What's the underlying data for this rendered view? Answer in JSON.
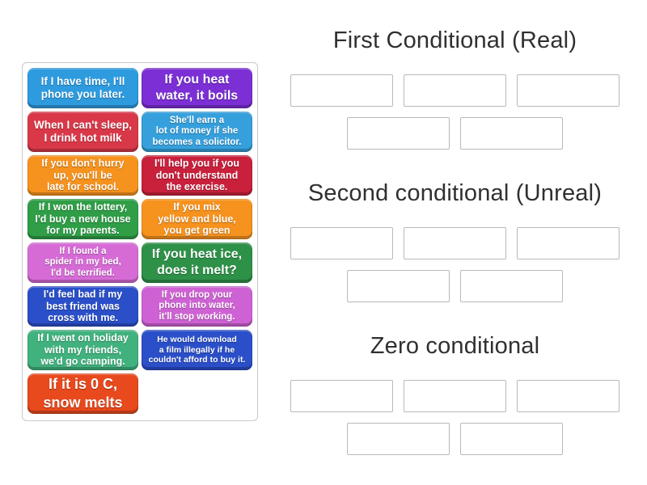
{
  "activity": {
    "type": "group-sort",
    "card_text_color": "#ffffff",
    "title_text_color": "#303030",
    "slot_border_color": "#b9b9b9",
    "panel_border_color": "#c9c9c9"
  },
  "left_panel": {
    "cards": [
      {
        "label": "If I have time, I'll\nphone you later.",
        "color": "#2E9BDF",
        "size": "lg"
      },
      {
        "label": "If you heat\nwater, it boils",
        "color": "#7B2FD4",
        "size": "xl"
      },
      {
        "label": "When I can't sleep,\nI drink hot milk",
        "color": "#D93848",
        "size": "lg"
      },
      {
        "label": "She'll earn a\nlot of money if she\nbecomes a solicitor.",
        "color": "#36A0DC",
        "size": "sm"
      },
      {
        "label": "If you don't hurry\nup, you'll be\nlate for school.",
        "color": "#F6921E",
        "size": "md"
      },
      {
        "label": "I'll help you if you\ndon't understand\nthe exercise.",
        "color": "#C9203C",
        "size": "md"
      },
      {
        "label": "If I won the lottery,\nI'd buy a new house\nfor my parents.",
        "color": "#2F9E47",
        "size": "md"
      },
      {
        "label": "If you mix\nyellow and blue,\nyou get green",
        "color": "#F6921E",
        "size": "md"
      },
      {
        "label": "If I found a\nspider in my bed,\nI'd be terrified.",
        "color": "#D66BD6",
        "size": "sm"
      },
      {
        "label": "If you heat ice,\ndoes it melt?",
        "color": "#2E9148",
        "size": "xl"
      },
      {
        "label": "I'd feel bad if my\nbest friend was\ncross with me.",
        "color": "#2A4FC9",
        "size": "md"
      },
      {
        "label": "If you drop your\nphone into water,\nit'll stop working.",
        "color": "#CE62D4",
        "size": "sm"
      },
      {
        "label": "If I went on holiday\nwith my friends,\nwe'd go camping.",
        "color": "#41B27E",
        "size": "md"
      },
      {
        "label": "He would download\na film illegally if he\ncouldn't afford to buy it.",
        "color": "#2A4FC9",
        "size": "xs"
      },
      {
        "label": "If it is 0 C,\nsnow melts",
        "color": "#E8491D",
        "size": "xxl"
      }
    ]
  },
  "groups": [
    {
      "title": "First Conditional (Real)",
      "slot_count": 5
    },
    {
      "title": "Second conditional (Unreal)",
      "slot_count": 5
    },
    {
      "title": "Zero conditional",
      "slot_count": 5
    }
  ]
}
